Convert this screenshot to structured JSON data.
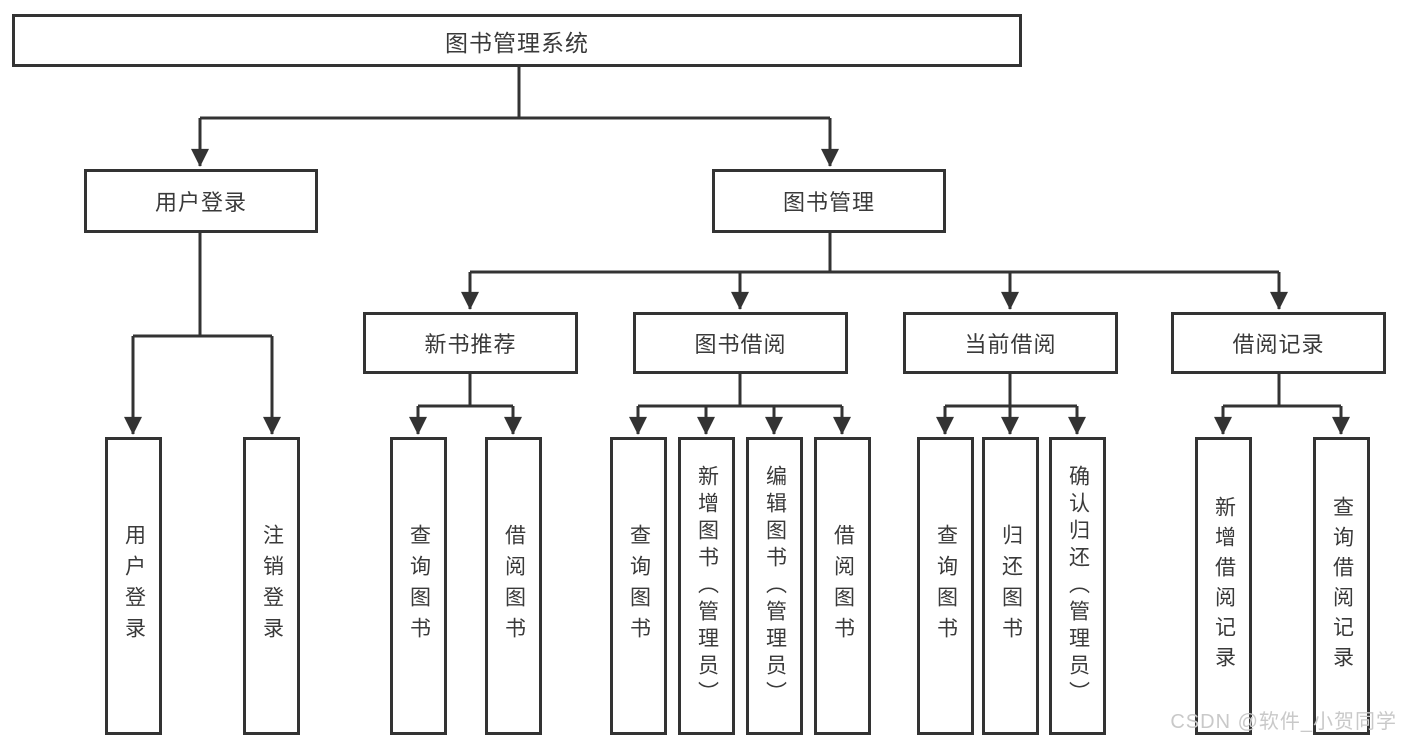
{
  "diagram_title": "图书管理系统",
  "tree": {
    "root": {
      "label": "图书管理系统"
    },
    "branches": [
      {
        "label": "用户登录",
        "children": [
          {
            "label": "用户登录"
          },
          {
            "label": "注销登录"
          }
        ]
      },
      {
        "label": "图书管理",
        "children": [
          {
            "label": "新书推荐",
            "children": [
              {
                "label": "查询图书"
              },
              {
                "label": "借阅图书"
              }
            ]
          },
          {
            "label": "图书借阅",
            "children": [
              {
                "label": "查询图书"
              },
              {
                "label": "新增图书（管理员）"
              },
              {
                "label": "编辑图书（管理员）"
              },
              {
                "label": "借阅图书"
              }
            ]
          },
          {
            "label": "当前借阅",
            "children": [
              {
                "label": "查询图书"
              },
              {
                "label": "归还图书"
              },
              {
                "label": "确认归还（管理员）"
              }
            ]
          },
          {
            "label": "借阅记录",
            "children": [
              {
                "label": "新增借阅记录"
              },
              {
                "label": "查询借阅记录"
              }
            ]
          }
        ]
      }
    ]
  },
  "watermark": {
    "text": "CSDN @软件_小贺同学",
    "color": "#c9c9c9"
  },
  "style": {
    "line_color": "#333333",
    "box_border_color": "#333333",
    "box_background": "#ffffff",
    "text_color": "#3a3a3a",
    "page_background": "#ffffff"
  }
}
